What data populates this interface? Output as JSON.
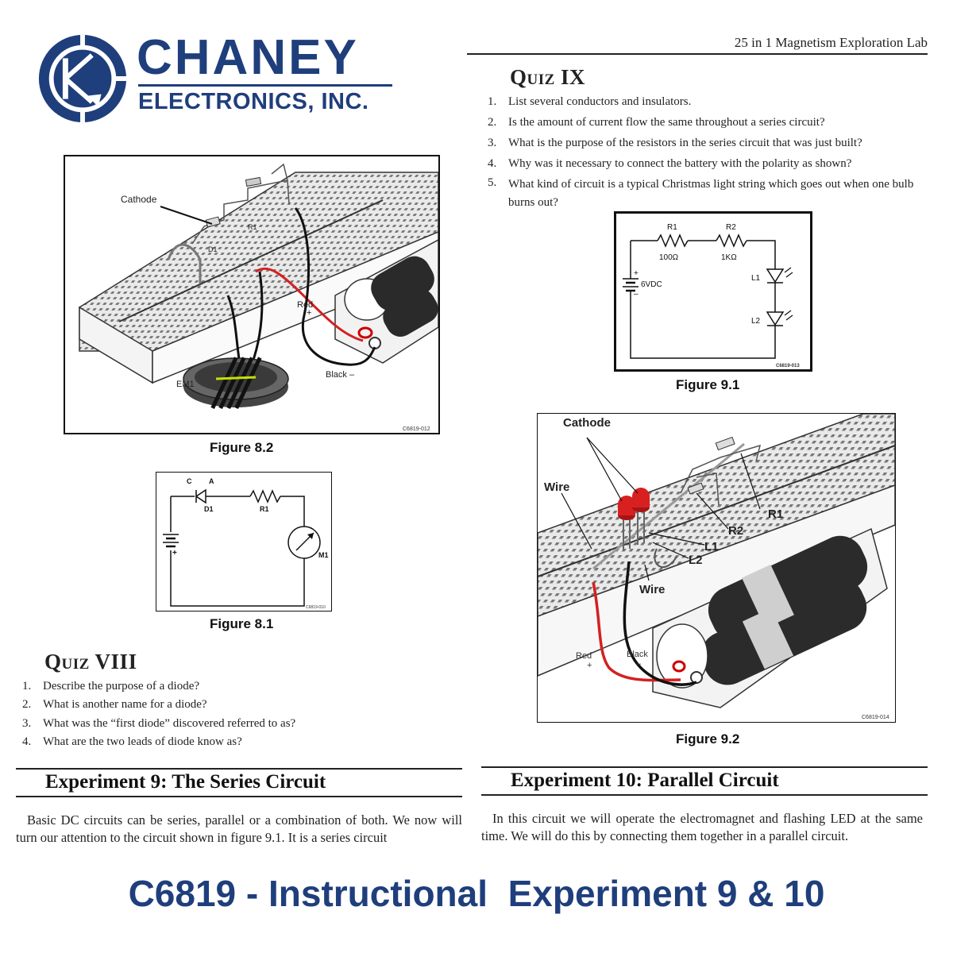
{
  "brand": {
    "name": "CHANEY",
    "subtitle": "ELECTRONICS, INC."
  },
  "header": {
    "title": "25 in 1 Magnetism Exploration Lab"
  },
  "quiz9": {
    "title": "Quiz IX",
    "questions": [
      {
        "num": "1.",
        "text": "List several conductors and insulators."
      },
      {
        "num": "2.",
        "text": "Is the amount of current flow the same throughout a series circuit?"
      },
      {
        "num": "3.",
        "text": "What is the purpose of the resistors in the series circuit that was just built?"
      },
      {
        "num": "4.",
        "text": "Why was it necessary to connect the battery with the polarity as shown?"
      },
      {
        "num": "5.",
        "text": "What kind of circuit is a typical Christmas light string which goes out when one bulb burns out?"
      }
    ]
  },
  "quiz8": {
    "title": "Quiz VIII",
    "questions": [
      {
        "num": "1.",
        "text": "Describe the purpose of a diode?"
      },
      {
        "num": "2.",
        "text": "What is another name for a diode?"
      },
      {
        "num": "3.",
        "text": "What was the “first diode” discovered referred to as?"
      },
      {
        "num": "4.",
        "text": "What are the two leads of diode know as?"
      }
    ]
  },
  "figure8_2": {
    "caption": "Figure 8.2",
    "code": "C6819-012",
    "labels": {
      "cathode": "Cathode",
      "d1": "D1",
      "r1": "R1",
      "red": "Red",
      "plus": "+",
      "black": "Black –",
      "em1": "EM1"
    }
  },
  "figure8_1": {
    "caption": "Figure 8.1",
    "code": "C6819-010",
    "labels": {
      "c": "C",
      "a": "A",
      "d1": "D1",
      "r1": "R1",
      "m1": "M1",
      "plus": "+"
    }
  },
  "figure9_1": {
    "caption": "Figure 9.1",
    "code": "C6819-013",
    "labels": {
      "r1": "R1",
      "r1_value": "100Ω",
      "r2": "R2",
      "r2_value": "1KΩ",
      "plus": "+",
      "minus": "–",
      "battery": "6VDC",
      "l1": "L1",
      "l2": "L2"
    }
  },
  "figure9_2": {
    "caption": "Figure 9.2",
    "code": "C6819-014",
    "labels": {
      "cathode": "Cathode",
      "wire_top": "Wire",
      "wire_bottom": "Wire",
      "r1": "R1",
      "r2": "R2",
      "l1": "L1",
      "l2": "L2",
      "red": "Red",
      "red_plus": "+",
      "black": "Black",
      "black_minus": "–"
    }
  },
  "experiment9": {
    "title": "Experiment 9: The Series Circuit",
    "body": "Basic DC circuits can be series, parallel or a combination of both. We now will turn our attention to the circuit shown in figure 9.1. It is a series circuit"
  },
  "experiment10": {
    "title": "Experiment 10: Parallel Circuit",
    "body": "In this circuit we will operate the electromagnet and flashing LED at the same time. We will do this by connecting them together in a parallel circuit."
  },
  "banner": {
    "text": "C6819 - Instructional  Experiment 9 & 10"
  },
  "colors": {
    "brand_blue": "#1f3e7c",
    "wire_red": "#d42020",
    "led_red": "#d82020"
  }
}
